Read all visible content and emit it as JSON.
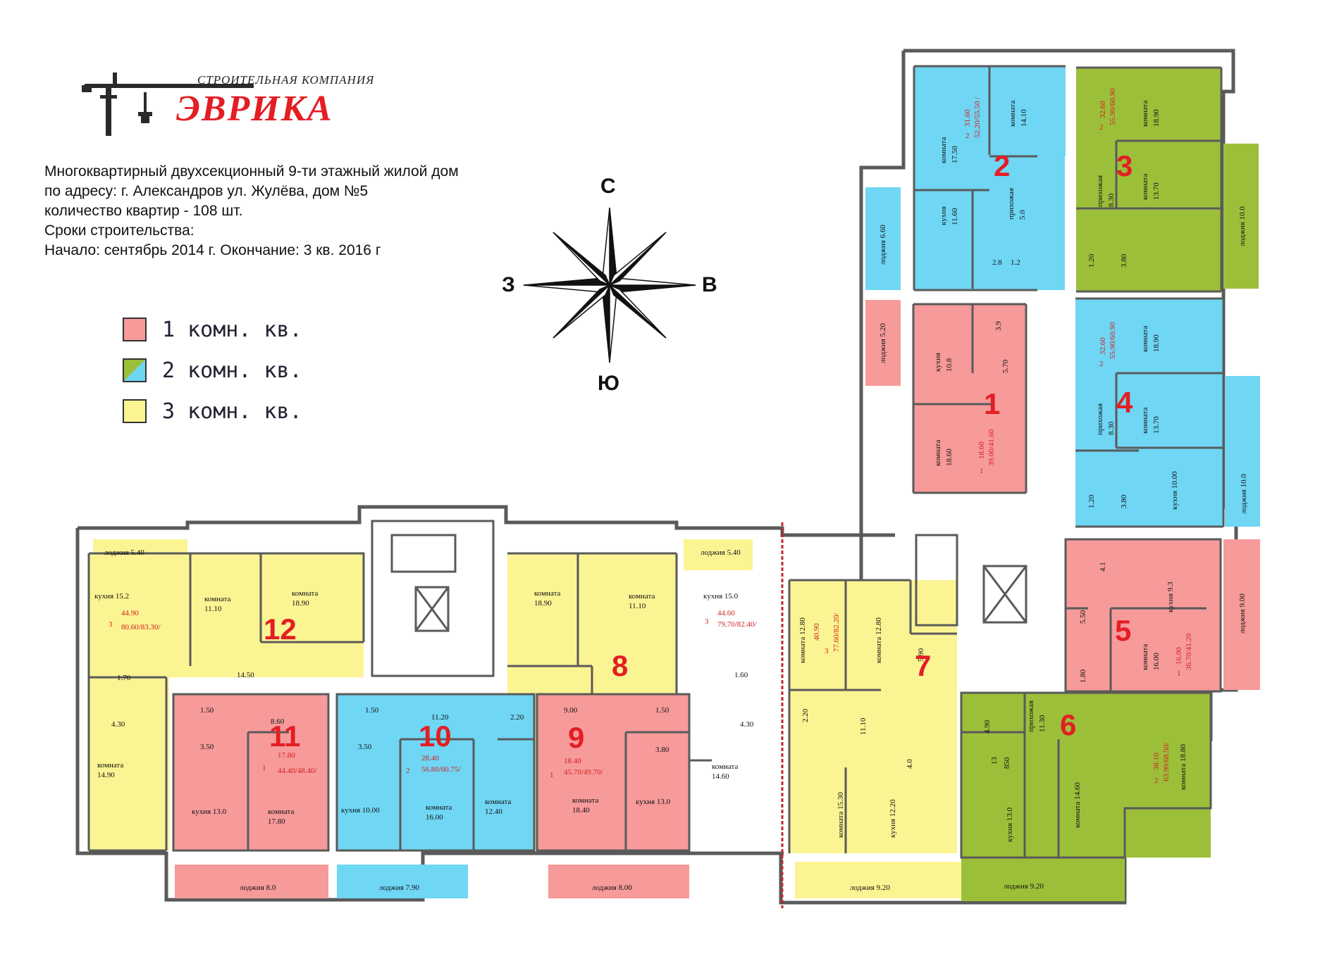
{
  "logo": {
    "company_caption": "СТРОИТЕЛЬНАЯ КОМПАНИЯ",
    "company_name": "ЭВРИКА"
  },
  "info": {
    "lines": [
      "Многоквартирный двухсекционный 9-ти этажный жилой дом",
      "по адресу: г. Александров ул. Жулёва, дом №5",
      "количество квартир - 108 шт.",
      "Сроки строительства:",
      "Начало: сентябрь 2014 г. Окончание: 3 кв. 2016 г"
    ]
  },
  "compass": {
    "north": "С",
    "south": "Ю",
    "west": "З",
    "east": "В"
  },
  "legend": [
    {
      "label": "1 комн. кв.",
      "color": "#f79a9a"
    },
    {
      "label": "2 комн. кв.",
      "color": "#6fd6f4",
      "color2": "#9cbf3a"
    },
    {
      "label": "3 комн. кв.",
      "color": "#fbf493"
    }
  ],
  "colors": {
    "one_room": "#f79a9a",
    "two_room_blue": "#6fd6f4",
    "two_room_green": "#9cbf3a",
    "three_room": "#fbf493",
    "wall": "#5a5a5a",
    "apartment_number": "#e31e24",
    "area_text": "#d42020"
  },
  "apartments": [
    {
      "number": "1",
      "rooms": "1",
      "area_living": "18.60",
      "area_total": "39.00/41.60"
    },
    {
      "number": "2",
      "rooms": "2",
      "area_living": "31.60",
      "area_total": "52.20/55.50 /"
    },
    {
      "number": "3",
      "rooms": "2",
      "area_living": "32.60",
      "area_total": "55.90/60.90"
    },
    {
      "number": "4",
      "rooms": "2",
      "area_living": "32.60",
      "area_total": "55.90/60.90"
    },
    {
      "number": "5",
      "rooms": "1",
      "area_living": "16.00",
      "area_total": "36.70/41.20"
    },
    {
      "number": "6",
      "rooms": "2",
      "area_living": "38.10",
      "area_total": "63.90/68.50/"
    },
    {
      "number": "7",
      "rooms": "3",
      "area_living": "40.90",
      "area_total": "77.60/82.20/"
    },
    {
      "number": "8",
      "rooms": "3",
      "area_living": "44.60",
      "area_total": "79.70/82.40/"
    },
    {
      "number": "9",
      "rooms": "1",
      "area_living": "18.40",
      "area_total": "45.70/49.70/"
    },
    {
      "number": "10",
      "rooms": "2",
      "area_living": "28.40",
      "area_total": "56.80/60.75/"
    },
    {
      "number": "11",
      "rooms": "1",
      "area_living": "17.80",
      "area_total": "44.40/48.40/"
    },
    {
      "number": "12",
      "rooms": "3",
      "area_living": "44.90",
      "area_total": "80.60/83.30/"
    }
  ],
  "room_labels": {
    "ap1": [
      "кухня",
      "10.8",
      "комната",
      "18.60",
      "5.70",
      "3.9"
    ],
    "ap2": [
      "комната",
      "17.50",
      "комната",
      "14.10",
      "кухня",
      "11.60",
      "прихожая",
      "5.0",
      "2.8",
      "1.2"
    ],
    "ap3": [
      "комната",
      "18.90",
      "прихожая",
      "8.30",
      "комната",
      "13.70",
      "1.20",
      "3.80"
    ],
    "ap4": [
      "комната",
      "18.90",
      "прихожая",
      "8.30",
      "комната",
      "13.70",
      "кухня 10.00",
      "1.20",
      "3.80"
    ],
    "ap5": [
      "кухня 9.3",
      "комната",
      "16.00",
      "5.50",
      "4.1",
      "1.80"
    ],
    "ap6": [
      "прихожая",
      "11.30",
      "комната 18.80",
      "комната 14.60",
      "кухня 13.0",
      "4.90",
      "13",
      "850"
    ],
    "ap7": [
      "комната 12.80",
      "комната 12.80",
      "5.90",
      "2.20",
      "11.10",
      "комната 15.30",
      "кухня 12.20",
      "4.0"
    ],
    "ap8": [
      "комната",
      "18.90",
      "комната",
      "11.10",
      "кухня 15.0",
      "1.60",
      "4.30",
      "комната",
      "14.60"
    ],
    "ap9": [
      "9.00",
      "1.50",
      "3.80",
      "комната",
      "18.40",
      "кухня 13.0"
    ],
    "ap10": [
      "11.20",
      "2.20",
      "1.50",
      "3.50",
      "кухня 10.00",
      "комната",
      "16.00",
      "комната",
      "12.40"
    ],
    "ap11": [
      "1.50",
      "3.50",
      "8.60",
      "кухня 13.0",
      "комната",
      "17.80"
    ],
    "ap12": [
      "кухня 15.2",
      "комната",
      "11.10",
      "комната",
      "18.90",
      "14.50",
      "1.70",
      "4.30",
      "комната",
      "14.90"
    ]
  },
  "loggias": {
    "l1": "лоджия 6.60",
    "l2": "лоджия 5.20",
    "l3": "лоджия 10.0",
    "l4": "лоджия 10.0",
    "l5": "лоджия 9.00",
    "l6": "лоджия 9.20",
    "l7": "лоджия 9.20",
    "l8": "лоджия 5.40",
    "l9": "лоджия 8.00",
    "l10": "лоджия 7.90",
    "l11": "лоджия 8.0",
    "l12": "лоджия 5.40"
  }
}
